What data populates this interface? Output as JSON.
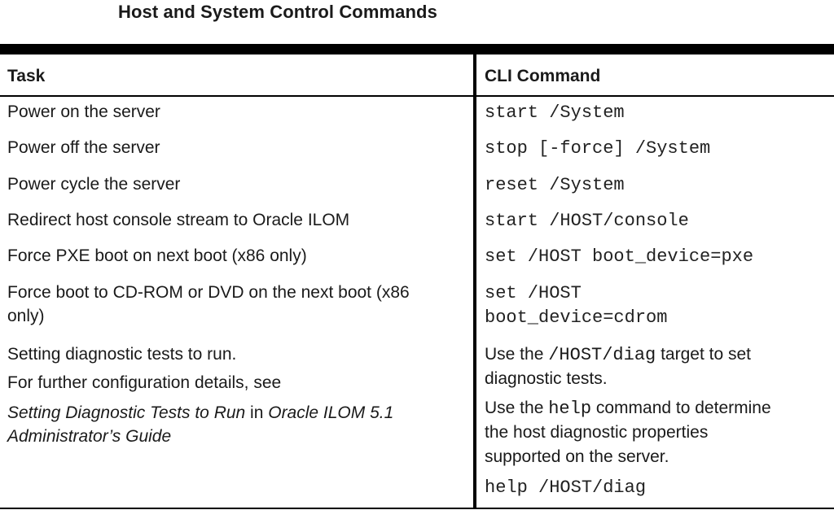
{
  "title": "Host and System Control Commands",
  "headers": {
    "task": "Task",
    "command": "CLI Command"
  },
  "rows": [
    {
      "task": "Power on the server",
      "command": "start /System"
    },
    {
      "task": "Power off the server",
      "command": "stop [-force] /System"
    },
    {
      "task": "Power cycle the server",
      "command": "reset /System"
    },
    {
      "task": "Redirect host console stream to Oracle ILOM",
      "command": "start /HOST/console"
    },
    {
      "task": "Force PXE boot on next boot (x86 only)",
      "command": "set /HOST boot_device=pxe"
    },
    {
      "task_line1": "Force boot to CD-ROM or DVD on the next boot (x86",
      "task_line2": "only)",
      "command_line1": "set /HOST",
      "command_line2": "boot_device=cdrom"
    }
  ],
  "diag": {
    "task_line1": "Setting diagnostic tests to run.",
    "task_line2": "For further configuration details, see",
    "ref_title": "Setting Diagnostic Tests to Run",
    "ref_in": " in ",
    "ref_guide_part1": "Oracle ILOM 5.1",
    "ref_guide_part2": "Administrator’s Guide",
    "cmd_text1_pre": "Use the ",
    "cmd_text1_code": "/HOST/diag",
    "cmd_text1_post": " target to set",
    "cmd_text1_line2": "diagnostic tests.",
    "cmd_text2_pre": "Use the ",
    "cmd_text2_code": "help",
    "cmd_text2_post": " command to determine",
    "cmd_text2_line2": "the host diagnostic properties",
    "cmd_text2_line3": "supported on the server.",
    "cmd_example": "help /HOST/diag"
  }
}
